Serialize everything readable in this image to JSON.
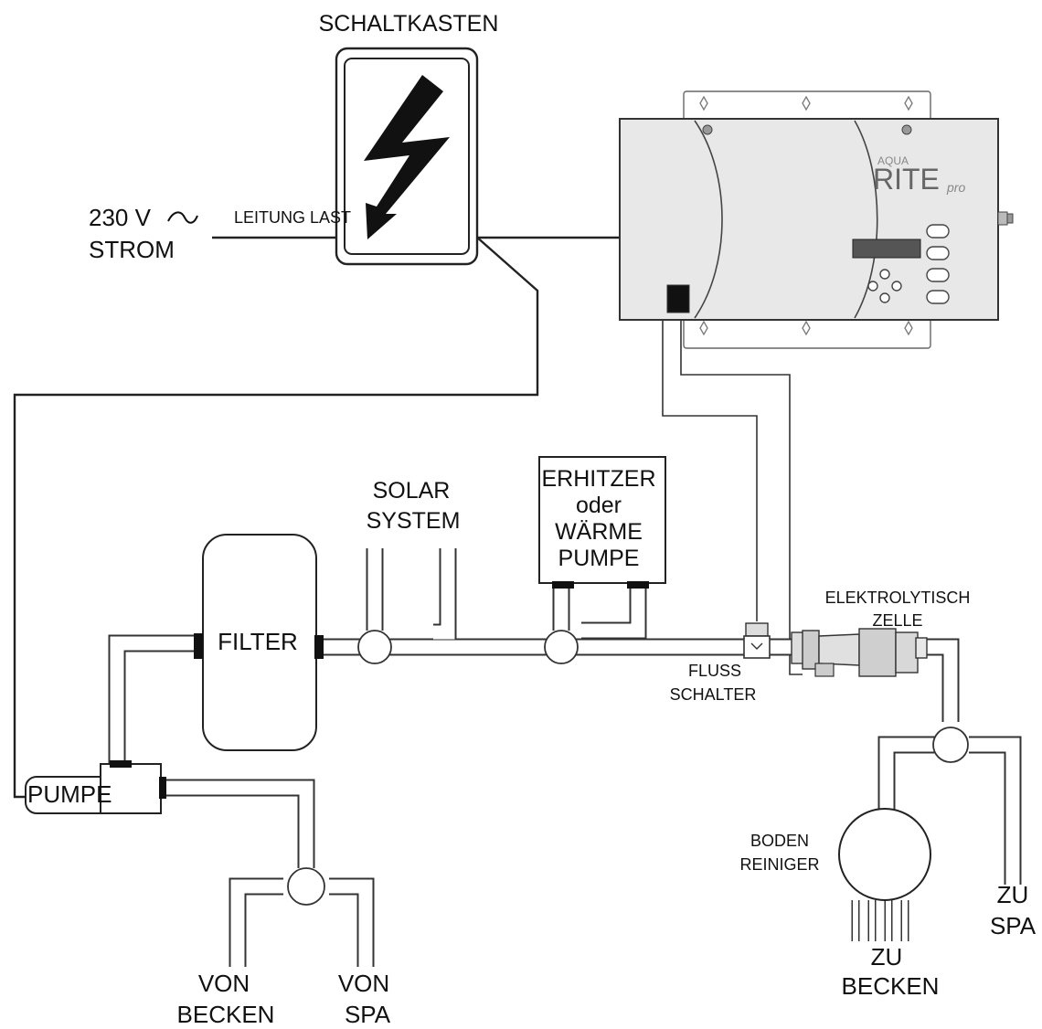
{
  "labels": {
    "schaltkasten": "SCHALTKASTEN",
    "voltage": "230 V",
    "strom": "STROM",
    "leitung_last": "LEITUNG LAST",
    "brand_small": "AQUA",
    "brand_main": "RITE",
    "brand_suffix": "pro",
    "solar_1": "SOLAR",
    "solar_2": "SYSTEM",
    "heater_1": "ERHITZER",
    "heater_2": "oder",
    "heater_3": "WÄRME",
    "heater_4": "PUMPE",
    "filter": "FILTER",
    "pumpe": "PUMPE",
    "cell_1": "ELEKTROLYTISCH",
    "cell_2": "ZELLE",
    "flow_1": "FLUSS",
    "flow_2": "SCHALTER",
    "cleaner_1": "BODEN",
    "cleaner_2": "REINIGER",
    "von_becken_1": "VON",
    "von_becken_2": "BECKEN",
    "von_spa_1": "VON",
    "von_spa_2": "SPA",
    "zu_becken_1": "ZU",
    "zu_becken_2": "BECKEN",
    "zu_spa_1": "ZU",
    "zu_spa_2": "SPA"
  },
  "icons": {
    "ac": "sine-wave-icon",
    "hazard": "lightning-bolt-icon"
  },
  "colors": {
    "line": "#222222",
    "controller_fill": "#e8e8e8",
    "display": "#555555"
  }
}
